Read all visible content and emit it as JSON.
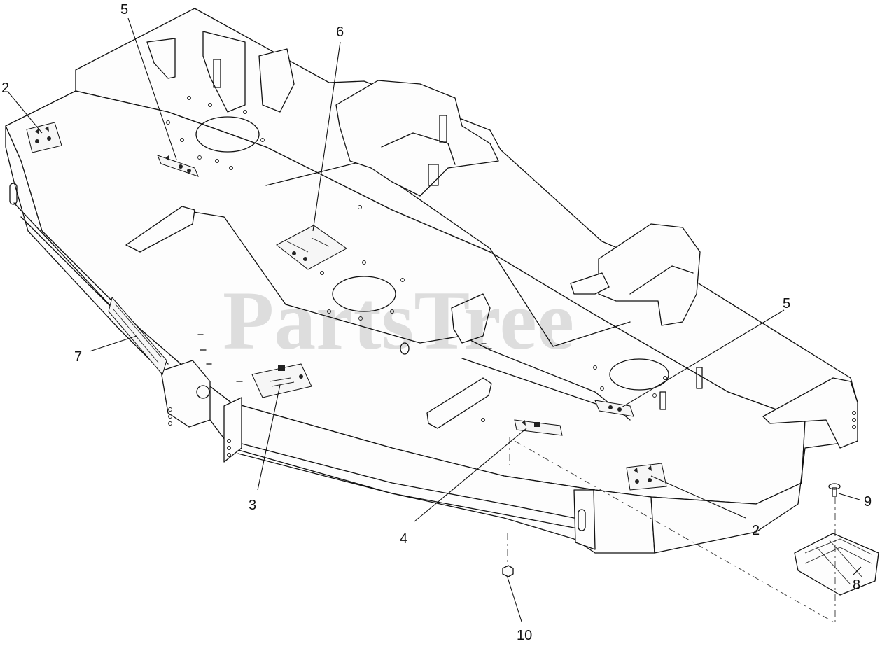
{
  "watermark": {
    "text": "PartsTree"
  },
  "callouts": [
    {
      "id": "c5a",
      "label": "5"
    },
    {
      "id": "c6",
      "label": "6"
    },
    {
      "id": "c2a",
      "label": "2"
    },
    {
      "id": "c5b",
      "label": "5"
    },
    {
      "id": "c7",
      "label": "7"
    },
    {
      "id": "c3",
      "label": "3"
    },
    {
      "id": "c4",
      "label": "4"
    },
    {
      "id": "c2b",
      "label": "2"
    },
    {
      "id": "c9",
      "label": "9"
    },
    {
      "id": "c8",
      "label": "8"
    },
    {
      "id": "c10",
      "label": "10"
    }
  ],
  "colors": {
    "line": "#111111",
    "background": "#ffffff",
    "watermark": "#000000"
  }
}
